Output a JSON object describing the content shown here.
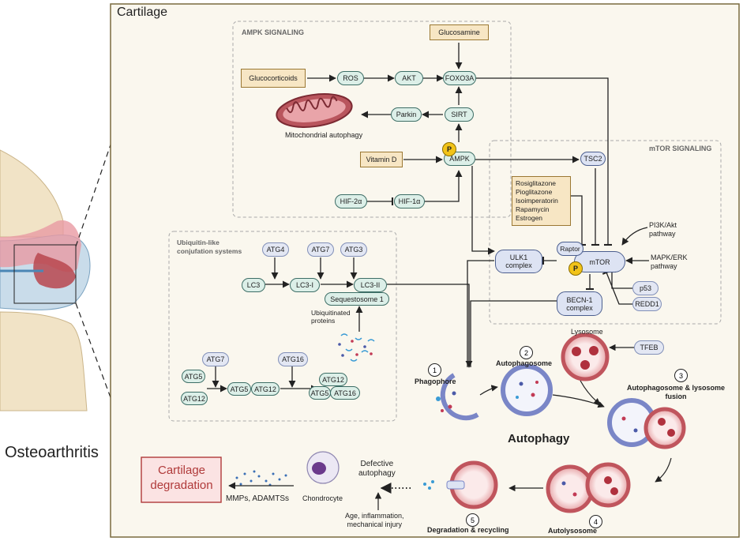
{
  "panel_title": "Cartilage",
  "osteoarthritis_label": "Osteoarthritis",
  "ampk_section": {
    "title": "AMPK SIGNALING",
    "glucosamine": "Glucosamine",
    "glucocorticoids": "Glucocorticoids",
    "ros": "ROS",
    "akt": "AKT",
    "foxo3a": "FOXO3A",
    "parkin": "Parkin",
    "sirt": "SIRT",
    "mito_label": "Mitochondrial autophagy",
    "vitamin_d": "Vitamin D",
    "ampk": "AMPK",
    "hif2a": "HIF-2α",
    "hif1a": "HIF-1α"
  },
  "mtor_section": {
    "title": "mTOR SIGNALING",
    "tsc2": "TSC2",
    "drugs": [
      "Rosiglitazone",
      "Pioglitazone",
      "Isoimperatorin",
      "Rapamycin",
      "Estrogen"
    ],
    "pi3k": [
      "PI3K/Akt",
      "pathway"
    ],
    "mapk": [
      "MAPK/ERK",
      "pathway"
    ],
    "raptor": "Raptor",
    "mtor": "mTOR",
    "p": "P",
    "ulk1": [
      "ULK1",
      "complex"
    ],
    "p53": "p53",
    "redd1": "REDD1",
    "becn1": [
      "BECN-1",
      "complex"
    ]
  },
  "ubiquitin_section": {
    "title": [
      "Ubiquitin-like",
      "conjufation systems"
    ],
    "atg4": "ATG4",
    "atg7a": "ATG7",
    "atg3": "ATG3",
    "lc3": "LC3",
    "lc3i": "LC3-I",
    "lc3ii": "LC3-II",
    "sequestosome": "Sequestosome 1",
    "ubiquitinated": [
      "Ubiquitinated",
      "proteins"
    ],
    "atg7b": "ATG7",
    "atg16a": "ATG16",
    "atg5a": "ATG5",
    "atg12a": "ATG12",
    "atg5b": "ATG5",
    "atg12b": "ATG12",
    "atg12c": "ATG12",
    "atg5c": "ATG5",
    "atg16b": "ATG16"
  },
  "autophagy": {
    "title": "Autophagy",
    "lysosome": "Lysosome",
    "tfeb": "TFEB",
    "steps": [
      {
        "num": "1",
        "label": "Phagophore"
      },
      {
        "num": "2",
        "label": "Autophagosome"
      },
      {
        "num": "3",
        "label": [
          "Autophagosome & lysosome",
          "fusion"
        ]
      },
      {
        "num": "4",
        "label": "Autolysosome"
      },
      {
        "num": "5",
        "label": "Degradation & recycling"
      }
    ]
  },
  "outcome": {
    "cartilage_degradation": [
      "Cartilage",
      "degradation"
    ],
    "mmps": "MMPs, ADAMTSs",
    "chondrocyte": "Chondrocyte",
    "defective": [
      "Defective",
      "autophagy"
    ],
    "causes": [
      "Age, inflammation,",
      "mechanical injury"
    ]
  },
  "colors": {
    "panel_bg": "#faf7ee",
    "panel_border": "#7a6a3f",
    "green_pill": "#dcefe8",
    "blue_pill": "#dde3f3",
    "drug_box": "#f7e6c4",
    "phosphate": "#f2c318",
    "lysosome": "#d9868b",
    "degradation_box": "#fbe3e3"
  }
}
